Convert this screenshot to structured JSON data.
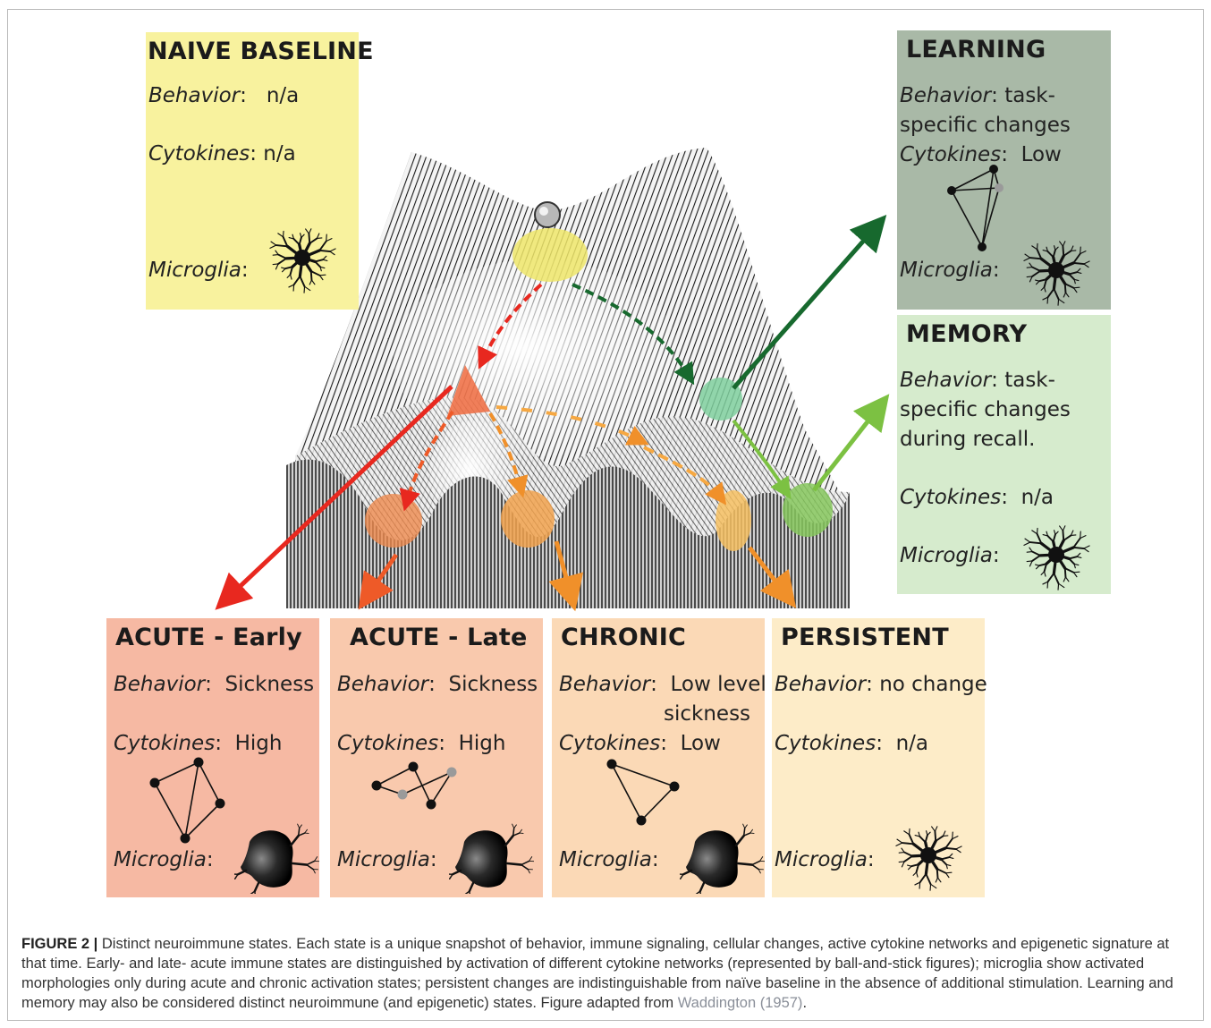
{
  "states": {
    "naive": {
      "title": "NAIVE BASELINE",
      "behavior_label": "Behavior",
      "behavior_value": "n/a",
      "cytokines_label": "Cytokines",
      "cytokines_value": "n/a",
      "microglia_label": "Microglia",
      "color": "#f8f29e"
    },
    "learning": {
      "title": "LEARNING",
      "behavior_label": "Behavior",
      "behavior_value_1": ": task-",
      "behavior_value_2": "specific changes",
      "cytokines_label": "Cytokines",
      "cytokines_value": "Low",
      "microglia_label": "Microglia",
      "color": "#a9b9a7"
    },
    "memory": {
      "title": "MEMORY",
      "behavior_label": "Behavior",
      "behavior_value_1": ": task-",
      "behavior_value_2": "specific changes",
      "behavior_value_3": "during recall.",
      "cytokines_label": "Cytokines",
      "cytokines_value": "n/a",
      "microglia_label": "Microglia",
      "color": "#d6ebcd"
    },
    "acute_early": {
      "title": "ACUTE - Early",
      "behavior_label": "Behavior",
      "behavior_value": "Sickness",
      "cytokines_label": "Cytokines",
      "cytokines_value": "High",
      "microglia_label": "Microglia",
      "color": "#f6b9a3"
    },
    "acute_late": {
      "title": "ACUTE - Late",
      "behavior_label": "Behavior",
      "behavior_value": "Sickness",
      "cytokines_label": "Cytokines",
      "cytokines_value": "High",
      "microglia_label": "Microglia",
      "color": "#f9c9ad"
    },
    "chronic": {
      "title": "CHRONIC",
      "behavior_label": "Behavior",
      "behavior_value_1": "Low level",
      "behavior_value_2": "sickness",
      "cytokines_label": "Cytokines",
      "cytokines_value": "Low",
      "microglia_label": "Microglia",
      "color": "#fbd9b6"
    },
    "persistent": {
      "title": "PERSISTENT",
      "behavior_label": "Behavior",
      "behavior_value": "no change",
      "cytokines_label": "Cytokines",
      "cytokines_value": "n/a",
      "microglia_label": "Microglia",
      "color": "#fdecc8"
    }
  },
  "caption": {
    "label": "FIGURE 2 |",
    "text": " Distinct neuroimmune states. Each state is a unique snapshot of behavior, immune signaling, cellular changes, active cytokine networks and epigenetic signature at that time. Early- and late- acute immune states are distinguished by activation of different cytokine networks (represented by ball-and-stick figures); microglia show activated morphologies only during acute and chronic activation states; persistent changes are indistinguishable from naïve baseline in the absence of additional stimulation. Learning and memory may also be considered distinct neuroimmune (and epigenetic) states. Figure adapted from ",
    "reference": "Waddington (1957)",
    "end": "."
  },
  "colors": {
    "arrow_red": "#e8281f",
    "arrow_orange_red": "#ee5a28",
    "arrow_orange": "#f0902a",
    "arrow_dark_green": "#17692e",
    "arrow_light_green": "#7cc142",
    "blob_yellow": "#eee66a",
    "blob_red": "#ee6a3e",
    "blob_orange": "#f1a24e",
    "blob_light_orange": "#f6c062",
    "blob_teal": "#7fcf9e",
    "blob_green": "#86c75d"
  },
  "icons": [
    "ramified-microglia-icon",
    "amoeboid-microglia-icon",
    "cytokine-network-icon",
    "waddington-landscape"
  ]
}
